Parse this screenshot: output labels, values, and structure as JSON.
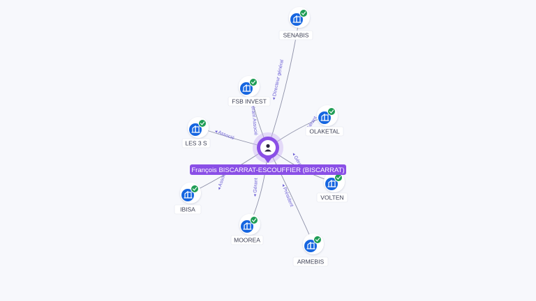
{
  "center": {
    "name": "François BISCARRAT-ESCOUFFIER (BISCARRAT)",
    "icon": "person-icon",
    "color": "#8a4fe6"
  },
  "companies": [
    {
      "name": "SENABIS",
      "role": "Directeur général"
    },
    {
      "name": "FSB INVEST",
      "role": "Gérant Associé"
    },
    {
      "name": "OLAKETAL",
      "role": "Gérant"
    },
    {
      "name": "LES 3 S",
      "role": "Associé"
    },
    {
      "name": "VOLTEN",
      "role": "Gérant"
    },
    {
      "name": "IBISA",
      "role": "Associé"
    },
    {
      "name": "MOOREA",
      "role": "Gérant"
    },
    {
      "name": "ARMEBIS",
      "role": "Président"
    }
  ],
  "company_icon": "building-icon",
  "status_icon": "check-icon",
  "colors": {
    "company_icon_bg": "#1565e0",
    "status_badge": "#1f9d55",
    "edge": "#8d90a8",
    "edge_label": "#6f62d6"
  }
}
